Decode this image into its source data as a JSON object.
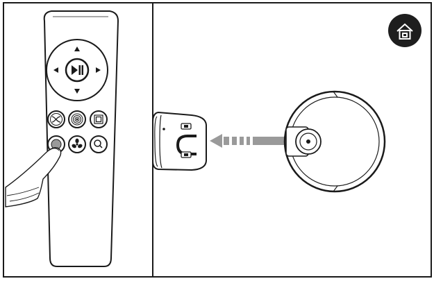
{
  "figure": {
    "left_panel": {
      "remote": {
        "dpad": {
          "center_button": "play-pause-icon",
          "arrows": [
            "arrow-up-icon",
            "arrow-down-icon",
            "arrow-left-icon",
            "arrow-right-icon"
          ]
        },
        "buttons": [
          {
            "name": "random-mode-button",
            "icon": "shuffle-icon"
          },
          {
            "name": "spot-clean-button",
            "icon": "spiral-icon"
          },
          {
            "name": "edge-clean-button",
            "icon": "square-frame-icon"
          },
          {
            "name": "home-button",
            "icon": "circle-icon",
            "pressed": true
          },
          {
            "name": "suction-button",
            "icon": "fan-icon"
          },
          {
            "name": "search-button",
            "icon": "magnifier-icon"
          }
        ]
      },
      "hand": "pointing-finger"
    },
    "right_panel": {
      "badge": {
        "icon": "home-icon",
        "color": "#1e1e1e"
      },
      "dock": "charging-dock",
      "robot": "robot-vacuum",
      "arrow": {
        "direction": "left",
        "icon": "dashed-arrow-icon",
        "color": "#9a9a9a"
      }
    },
    "colors": {
      "line": "#1a1a1a",
      "fill": "#ffffff",
      "arrow": "#9a9a9a",
      "badge": "#1e1e1e"
    }
  }
}
